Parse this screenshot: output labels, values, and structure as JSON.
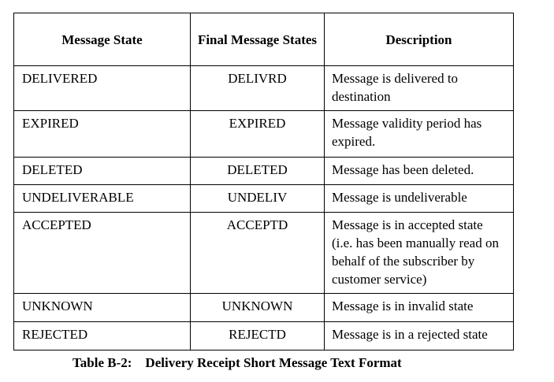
{
  "table": {
    "headers": {
      "state": "Message State",
      "final": "Final Message States",
      "description": "Description"
    },
    "rows": [
      {
        "state": "DELIVERED",
        "final": "DELIVRD",
        "description": "Message is delivered to destination"
      },
      {
        "state": "EXPIRED",
        "final": "EXPIRED",
        "description": "Message validity period has expired."
      },
      {
        "state": "DELETED",
        "final": "DELETED",
        "description": "Message has been deleted."
      },
      {
        "state": "UNDELIVERABLE",
        "final": "UNDELIV",
        "description": "Message is undeliverable"
      },
      {
        "state": "ACCEPTED",
        "final": "ACCEPTD",
        "description": "Message is in accepted state (i.e. has been manually read on behalf of the subscriber by customer service)"
      },
      {
        "state": "UNKNOWN",
        "final": "UNKNOWN",
        "description": "Message is in invalid state"
      },
      {
        "state": "REJECTED",
        "final": "REJECTD",
        "description": "Message is in a rejected state"
      }
    ]
  },
  "caption": {
    "label": "Table B-2:",
    "text": "Delivery Receipt Short Message Text Format"
  }
}
